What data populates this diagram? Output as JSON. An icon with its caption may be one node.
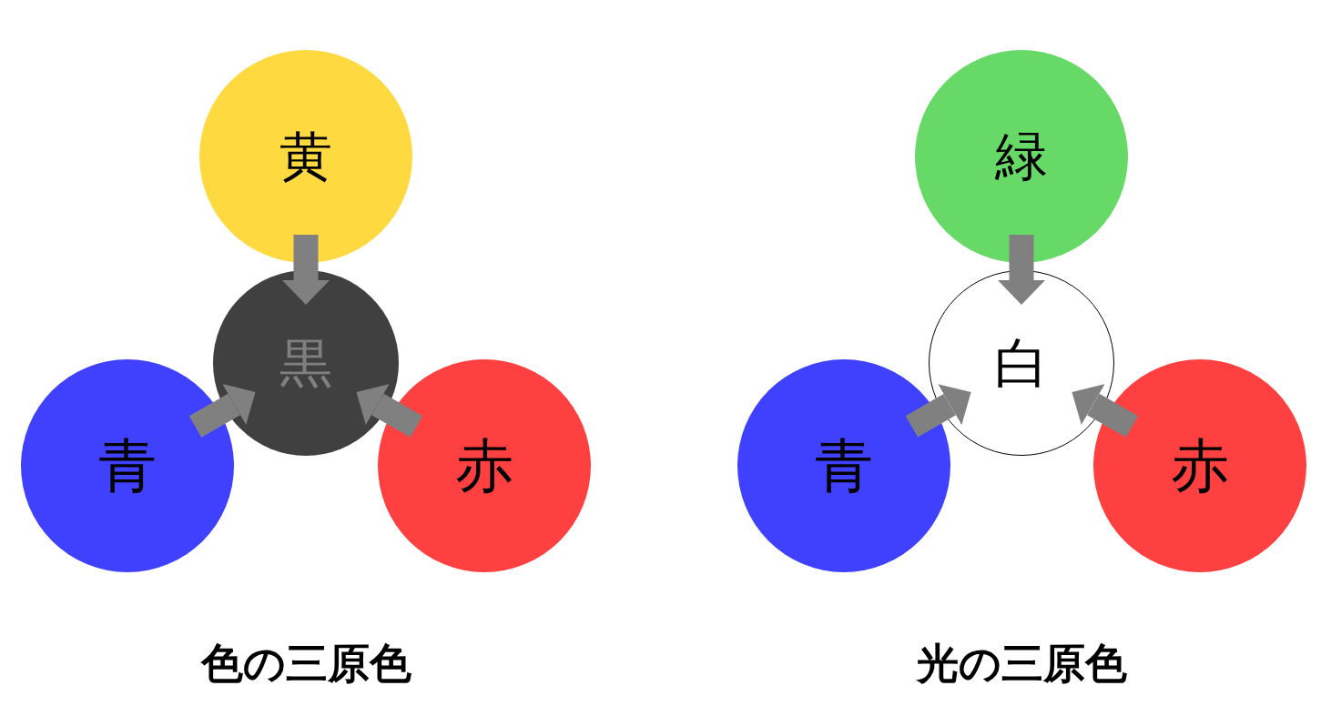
{
  "diagram": {
    "nodes": [
      {
        "text": [
          "黄"
        ]
      },
      {
        "text": [
          "黒"
        ]
      },
      {
        "text": [
          "青"
        ]
      },
      {
        "text": [
          "赤"
        ]
      },
      {
        "text": [
          "緑"
        ]
      },
      {
        "text": [
          "白"
        ]
      },
      {
        "text": [
          "青"
        ]
      },
      {
        "text": [
          "赤"
        ]
      }
    ],
    "edges": [
      {
        "from": 0,
        "to": 1,
        "arrow": "to"
      },
      {
        "from": 2,
        "to": 1,
        "arrow": "to"
      },
      {
        "from": 3,
        "to": 1,
        "arrow": "to"
      },
      {
        "from": 4,
        "to": 5,
        "arrow": "to"
      },
      {
        "from": 6,
        "to": 5,
        "arrow": "to"
      },
      {
        "from": 7,
        "to": 5,
        "arrow": "to"
      }
    ],
    "labels": [
      "色の三原色",
      "光の三原色"
    ]
  }
}
